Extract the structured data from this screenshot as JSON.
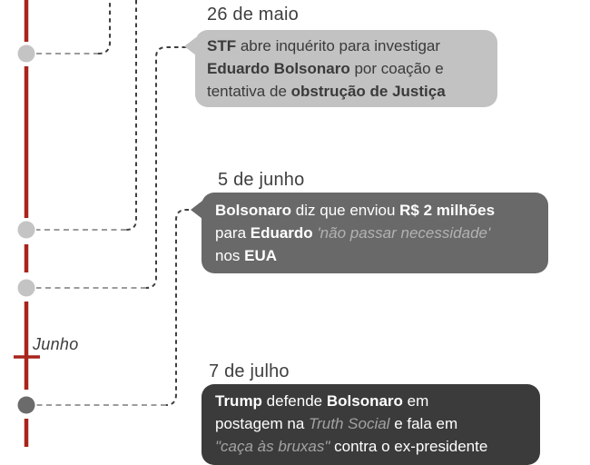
{
  "colors": {
    "accent-red": "#a8241d",
    "dash-gray": "#9c9c9c",
    "dash-dark": "#3e3e3e",
    "dot-light": "#c4c4c4",
    "dot-dark": "#6b6b6b",
    "bubble-light": "#c2c2c2",
    "bubble-medium": "#696969",
    "bubble-dark": "#3b3b3b"
  },
  "timeline": {
    "month_label": "Junho"
  },
  "events": [
    {
      "date": "26 de maio",
      "bubble_style": "light",
      "segments": [
        {
          "text": "STF",
          "style": "bold"
        },
        {
          "text": " abre inquérito para investigar\n",
          "style": "normal"
        },
        {
          "text": "Eduardo Bolsonaro",
          "style": "bold"
        },
        {
          "text": " por coação e\ntentativa de ",
          "style": "normal"
        },
        {
          "text": "obstrução de Justiça",
          "style": "bold"
        }
      ]
    },
    {
      "date": "5 de junho",
      "bubble_style": "medium",
      "segments": [
        {
          "text": "Bolsonaro",
          "style": "bold"
        },
        {
          "text": " diz que enviou ",
          "style": "normal"
        },
        {
          "text": "R$ 2 milhões",
          "style": "bold"
        },
        {
          "text": "\npara ",
          "style": "normal"
        },
        {
          "text": "Eduardo",
          "style": "bold"
        },
        {
          "text": " ",
          "style": "normal"
        },
        {
          "text": "'não passar necessidade'",
          "style": "italic"
        },
        {
          "text": "\nnos ",
          "style": "normal"
        },
        {
          "text": "EUA",
          "style": "bold"
        }
      ]
    },
    {
      "date": "7 de julho",
      "bubble_style": "dark",
      "segments": [
        {
          "text": "Trump",
          "style": "bold"
        },
        {
          "text": " defende ",
          "style": "normal"
        },
        {
          "text": "Bolsonaro",
          "style": "bold"
        },
        {
          "text": " em\npostagem na ",
          "style": "normal"
        },
        {
          "text": "Truth Social",
          "style": "italic"
        },
        {
          "text": " e fala em\n",
          "style": "normal"
        },
        {
          "text": "\"caça às bruxas\"",
          "style": "italic"
        },
        {
          "text": " contra o ex-presidente",
          "style": "normal"
        }
      ]
    }
  ]
}
